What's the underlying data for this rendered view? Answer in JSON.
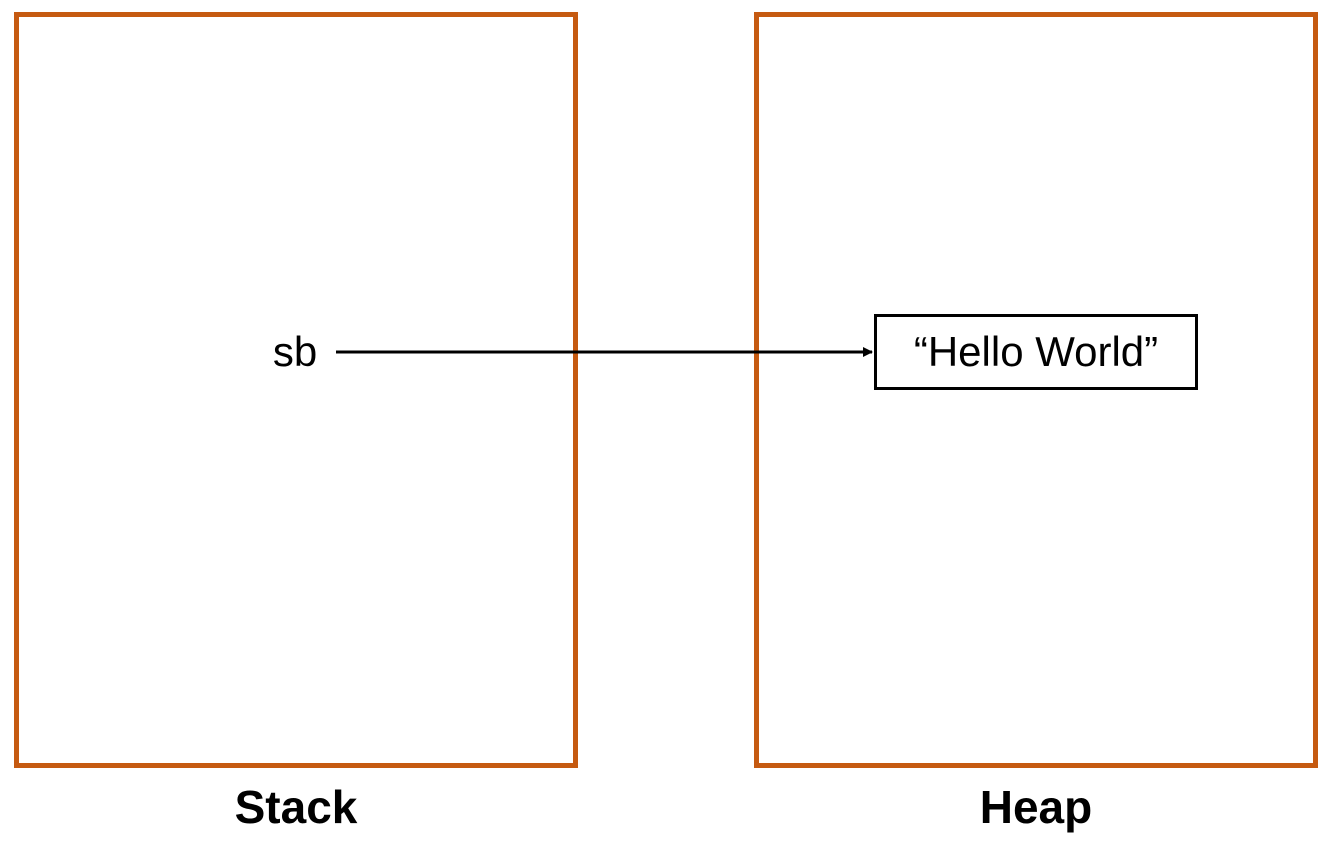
{
  "regions": {
    "stack": {
      "label": "Stack"
    },
    "heap": {
      "label": "Heap"
    }
  },
  "variable": {
    "name": "sb"
  },
  "object": {
    "value": "“Hello World”"
  },
  "colors": {
    "region_border": "#c55a11",
    "arrow": "#000000",
    "object_border": "#000000"
  }
}
